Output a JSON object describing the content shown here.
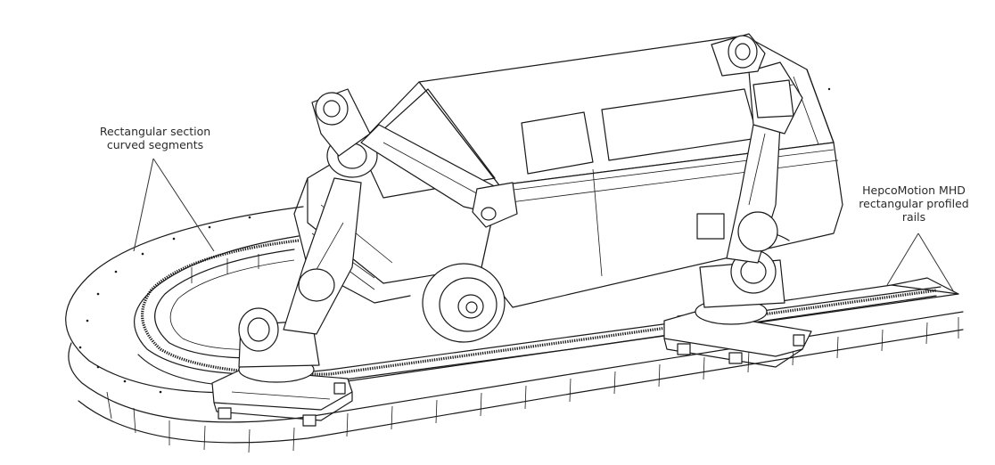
{
  "labels": {
    "left_line1": "Rectangular section",
    "left_line2": "curved segments",
    "right_line1": "HepcoMotion MHD",
    "right_line2": "rectangular profiled",
    "right_line3": "rails"
  },
  "colors": {
    "ink": "#1a1a1a",
    "background": "#ffffff"
  }
}
